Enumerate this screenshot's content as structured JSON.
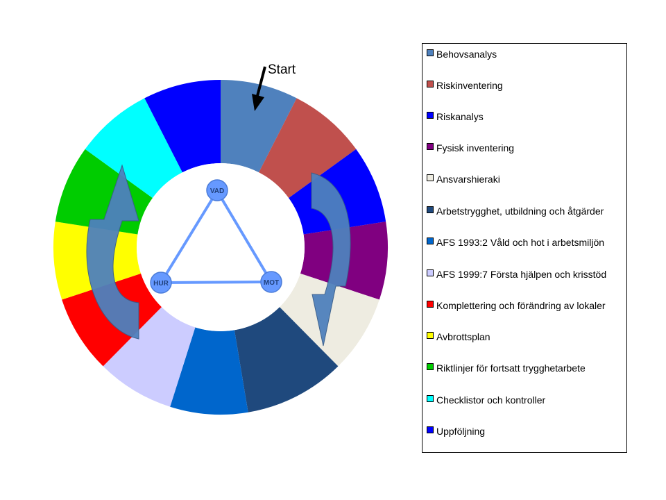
{
  "chart_data": {
    "type": "pie",
    "subtype": "donut",
    "segments": [
      {
        "label": "Behovsanalys",
        "value": 1,
        "color": "#4f81bd"
      },
      {
        "label": "Riskinventering",
        "value": 1,
        "color": "#c0504d"
      },
      {
        "label": "Riskanalys",
        "value": 1,
        "color": "#0000ff"
      },
      {
        "label": "Fysisk inventering",
        "value": 1,
        "color": "#800080"
      },
      {
        "label": "Ansvarshieraki",
        "value": 1,
        "color": "#eeece1"
      },
      {
        "label": "Arbetstrygghet, utbildning och åtgärder",
        "value": 1.3,
        "color": "#1f497d"
      },
      {
        "label": "AFS 1993:2 Våld och hot i arbetsmiljön",
        "value": 1,
        "color": "#0066cc"
      },
      {
        "label": "AFS 1999:7 Första hjälpen och krisstöd",
        "value": 1,
        "color": "#ccccff"
      },
      {
        "label": "Komplettering och förändring av lokaler",
        "value": 1,
        "color": "#ff0000"
      },
      {
        "label": "Avbrottsplan",
        "value": 1,
        "color": "#ffff00"
      },
      {
        "label": "Riktlinjer för fortsatt trygghetarbete",
        "value": 1,
        "color": "#00cc00"
      },
      {
        "label": "Checklistor och kontroller",
        "value": 1,
        "color": "#00ffff"
      },
      {
        "label": "Uppföljning",
        "value": 1,
        "color": "#0000ff"
      }
    ],
    "legend_position": "right"
  },
  "annotations": {
    "start": "Start",
    "nodes": [
      "VAD",
      "MOT",
      "HUR"
    ]
  },
  "colors": {
    "node_fill": "#6699ff",
    "triangle_line": "#6699ff",
    "cycle_arrow": "#4f81bd",
    "cycle_arrow_stroke": "#385d8a"
  }
}
